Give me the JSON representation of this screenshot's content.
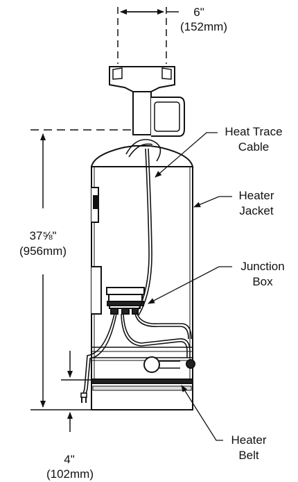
{
  "dimensions": {
    "top_width": {
      "imperial": "6\"",
      "metric": "(152mm)"
    },
    "height": {
      "imperial": "37⅝\"",
      "metric": "(956mm)"
    },
    "bottom_clearance": {
      "imperial": "4\"",
      "metric": "(102mm)"
    }
  },
  "callouts": {
    "heat_trace_cable": {
      "line1": "Heat Trace",
      "line2": "Cable"
    },
    "heater_jacket": {
      "line1": "Heater",
      "line2": "Jacket"
    },
    "junction_box": {
      "line1": "Junction",
      "line2": "Box"
    },
    "heater_belt": {
      "line1": "Heater",
      "line2": "Belt"
    }
  }
}
